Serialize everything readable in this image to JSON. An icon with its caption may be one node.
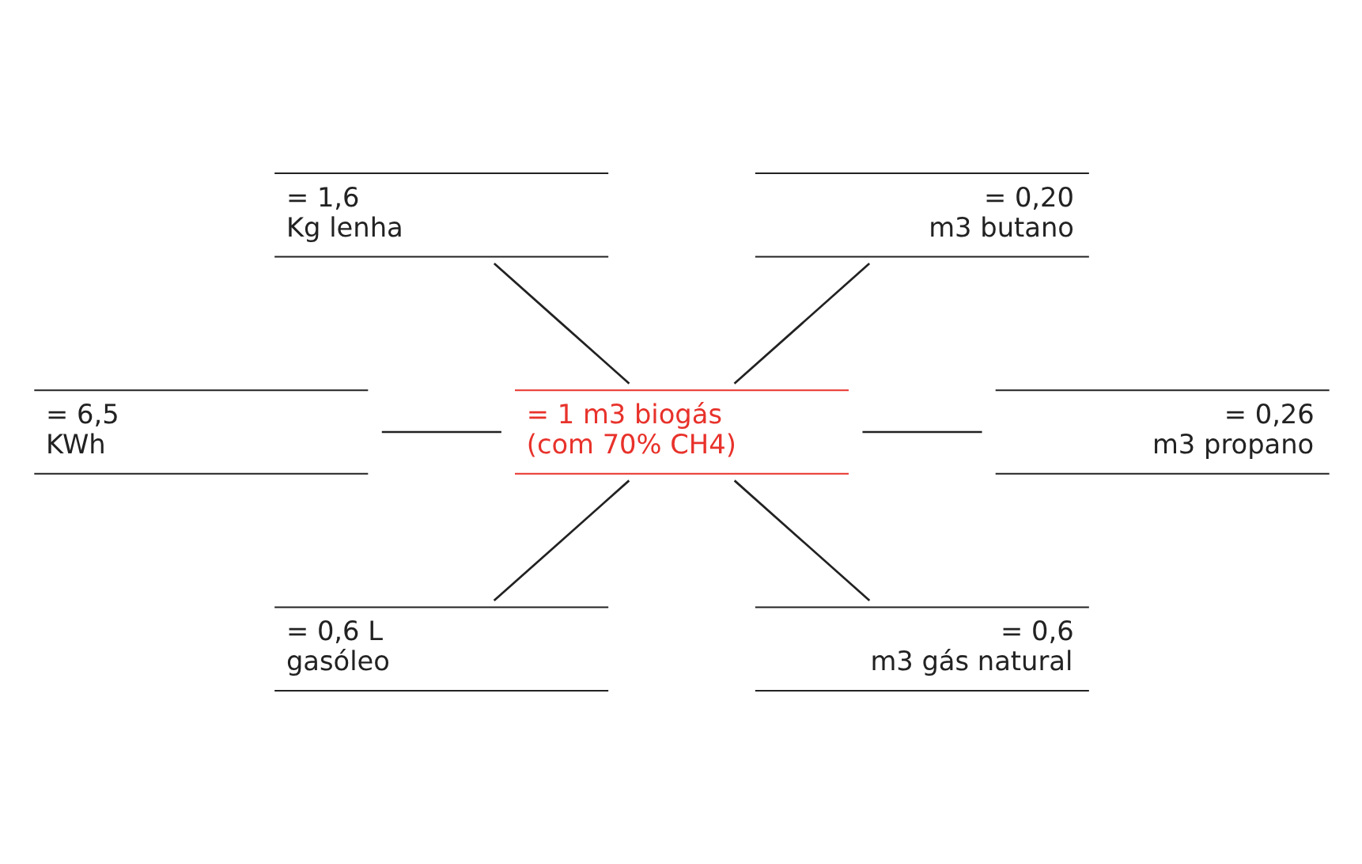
{
  "diagram": {
    "nodes": [
      {
        "text": [
          "= 1,6",
          "Kg lenha"
        ]
      },
      {
        "text": [
          "= 0,20",
          "m3 butano"
        ]
      },
      {
        "text": [
          "= 6,5",
          "KWh"
        ]
      },
      {
        "text": [
          "= 1 m3 biogás",
          "(com 70% CH4)"
        ]
      },
      {
        "text": [
          "= 0,26",
          "m3 propano"
        ]
      },
      {
        "text": [
          "= 0,6 L",
          "gasóleo"
        ]
      },
      {
        "text": [
          "= 0,6",
          "m3 gás natural"
        ]
      }
    ],
    "edges": [
      {
        "from": 0,
        "to": 3,
        "arrow": "none"
      },
      {
        "from": 1,
        "to": 3,
        "arrow": "none"
      },
      {
        "from": 2,
        "to": 3,
        "arrow": "none"
      },
      {
        "from": 3,
        "to": 4,
        "arrow": "none"
      },
      {
        "from": 3,
        "to": 5,
        "arrow": "none"
      },
      {
        "from": 3,
        "to": 6,
        "arrow": "none"
      }
    ]
  }
}
